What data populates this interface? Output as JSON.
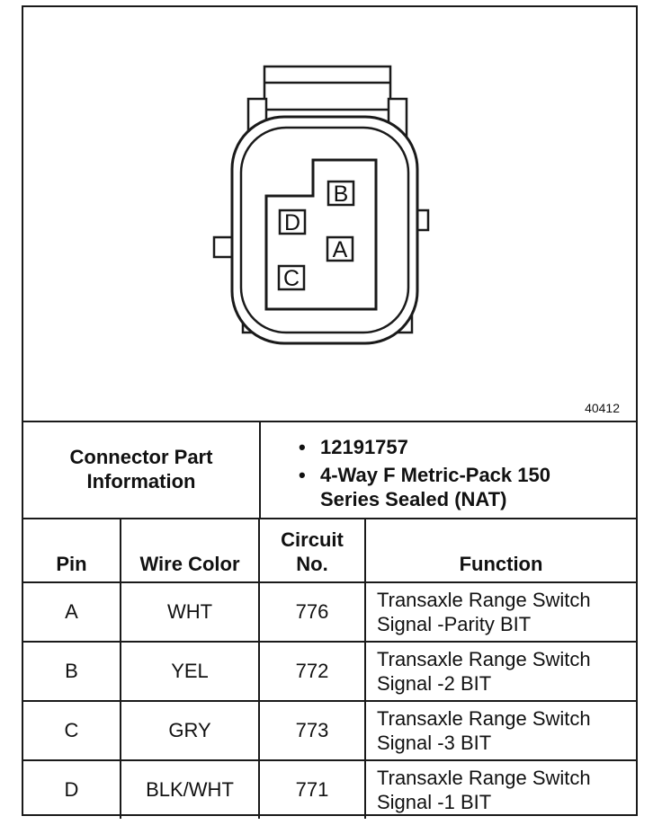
{
  "figure_number": "40412",
  "connector_cavities": [
    "B",
    "D",
    "A",
    "C"
  ],
  "connector_info": {
    "label_line1": "Connector Part",
    "label_line2": "Information",
    "items": [
      "12191757",
      "4-Way F Metric-Pack 150 Series Sealed (NAT)"
    ]
  },
  "table": {
    "headers": {
      "pin": "Pin",
      "wire_color": "Wire Color",
      "circuit_line1": "Circuit",
      "circuit_line2": "No.",
      "function": "Function"
    },
    "rows": [
      {
        "pin": "A",
        "wire_color": "WHT",
        "circuit": "776",
        "function": "Transaxle Range Switch Signal -Parity BIT"
      },
      {
        "pin": "B",
        "wire_color": "YEL",
        "circuit": "772",
        "function": "Transaxle Range Switch Signal -2 BIT"
      },
      {
        "pin": "C",
        "wire_color": "GRY",
        "circuit": "773",
        "function": "Transaxle Range Switch Signal -3 BIT"
      },
      {
        "pin": "D",
        "wire_color": "BLK/WHT",
        "circuit": "771",
        "function": "Transaxle Range Switch Signal -1 BIT"
      }
    ]
  }
}
